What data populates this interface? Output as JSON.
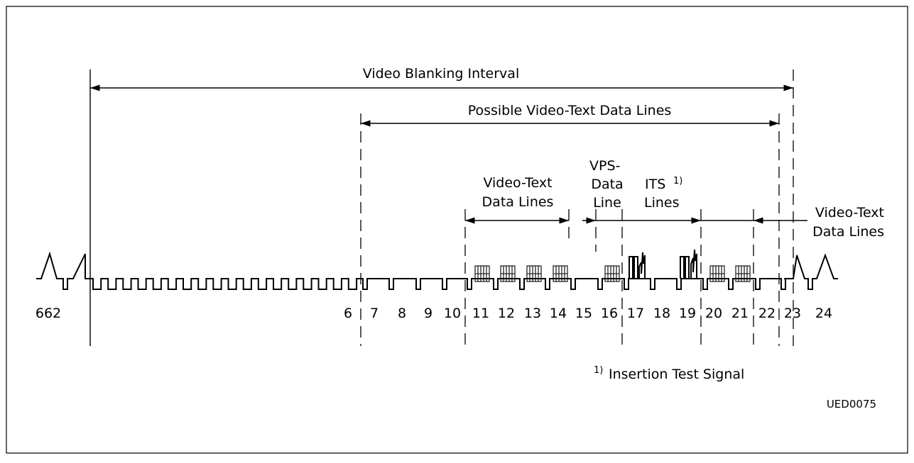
{
  "labels": {
    "video_blanking_interval": "Video Blanking Interval",
    "possible_video_text_data_lines": "Possible Video-Text Data Lines",
    "video_text_data_lines_1_line1": "Video-Text",
    "video_text_data_lines_1_line2": "Data Lines",
    "vps_line1": "VPS-",
    "vps_line2": "Data",
    "vps_line3": "Line",
    "its_line1": "ITS",
    "its_sup": "1)",
    "its_line2": "Lines",
    "video_text_data_lines_2_line1": "Video-Text",
    "video_text_data_lines_2_line2": "Data Lines"
  },
  "line_numbers": [
    "662",
    "6",
    "7",
    "8",
    "9",
    "10",
    "11",
    "12",
    "13",
    "14",
    "15",
    "16",
    "17",
    "18",
    "19",
    "20",
    "21",
    "22",
    "23",
    "24"
  ],
  "footnote": {
    "marker": "1)",
    "text": "Insertion Test Signal"
  },
  "figure_code": "UED0075"
}
